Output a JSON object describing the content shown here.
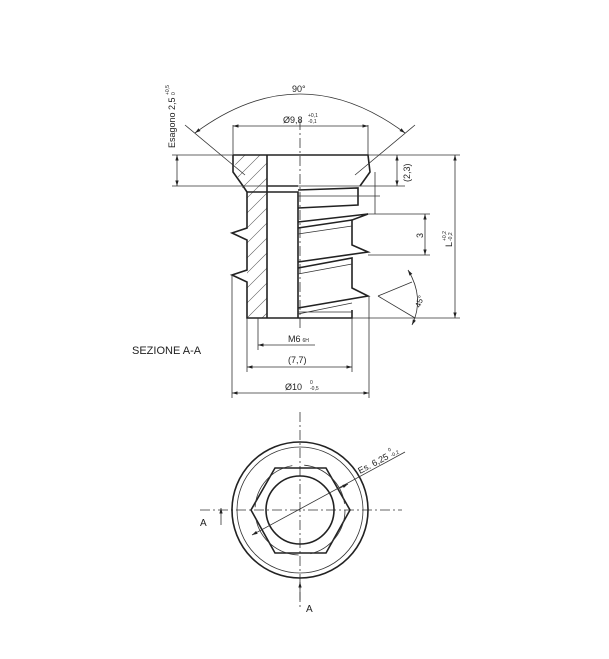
{
  "drawing": {
    "section_label": "SEZIONE A-A",
    "section_marker": "A",
    "dimensions": {
      "hex_depth": {
        "text": "Esagono 2,5",
        "tol_upper": "+0,5",
        "tol_lower": "0"
      },
      "angle_top": "90°",
      "flange_diameter": {
        "text": "Ø9,8",
        "tol_upper": "+0,1",
        "tol_lower": "-0,1"
      },
      "flange_height": "(2,3)",
      "thread_pitch": "3",
      "length": {
        "text": "L",
        "tol_upper": "+0,2",
        "tol_lower": "-0,2"
      },
      "thread_angle": "45°",
      "internal_thread": {
        "text": "M6",
        "suffix": "6H"
      },
      "body_diameter": "(7,7)",
      "outer_diameter": {
        "text": "Ø10",
        "tol_upper": "0",
        "tol_lower": "-0,5"
      },
      "hex_size": {
        "text": "Es. 6,25",
        "tol_upper": "0",
        "tol_lower": "-0,2"
      }
    }
  }
}
